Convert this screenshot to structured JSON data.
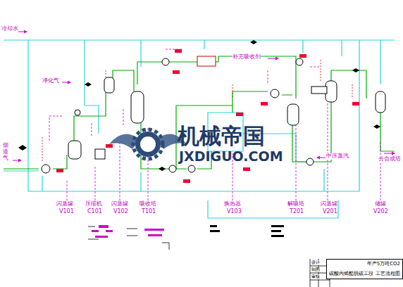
{
  "diagram": {
    "nodes": [
      {
        "text": [
          "年产5万吨CO2",
          "碳酸丙烯酯脱碳工段 工艺流程图"
        ]
      }
    ],
    "labels": [
      "冷却水",
      "净化气",
      "烟道气",
      "补充吸收剂",
      "中压蒸汽",
      "去合成塔",
      "闪蒸罐",
      "V101",
      "压缩机",
      "C101",
      "闪蒸罐",
      "V102",
      "吸收塔",
      "T101",
      "换热器",
      "V103",
      "解吸塔",
      "T201",
      "闪蒸罐",
      "V201",
      "储罐",
      "V202",
      "机械帝国",
      "JXDIGUO.COM",
      "设计",
      "制图",
      "审核"
    ]
  }
}
